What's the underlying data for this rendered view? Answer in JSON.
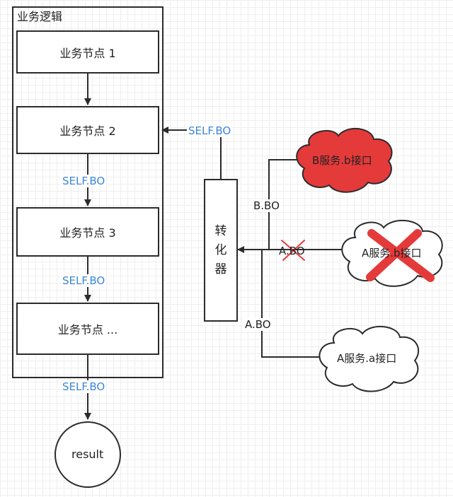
{
  "container": {
    "title": "业务逻辑"
  },
  "nodes": [
    "业务节点 1",
    "业务节点 2",
    "业务节点 3",
    "业务节点 ..."
  ],
  "flow_labels": [
    "SELF.BO",
    "SELF.BO",
    "SELF.BO",
    "SELF.BO"
  ],
  "converter": {
    "chars": [
      "转",
      "化",
      "器"
    ]
  },
  "services": {
    "b_interface": "B服务.b接口",
    "a_b_interface": "A服务.b接口",
    "a_a_interface": "A服务.a接口"
  },
  "bo_labels": {
    "b_bo": "B.BO",
    "a_bo_removed": "A.BO",
    "a_bo": "A.BO"
  },
  "result": "result",
  "colors": {
    "flow_label": "#3b86d6",
    "removed_cloud_fill": "#e53a3a",
    "cross_mark": "#e53a3a",
    "line": "#2b2b2b"
  }
}
